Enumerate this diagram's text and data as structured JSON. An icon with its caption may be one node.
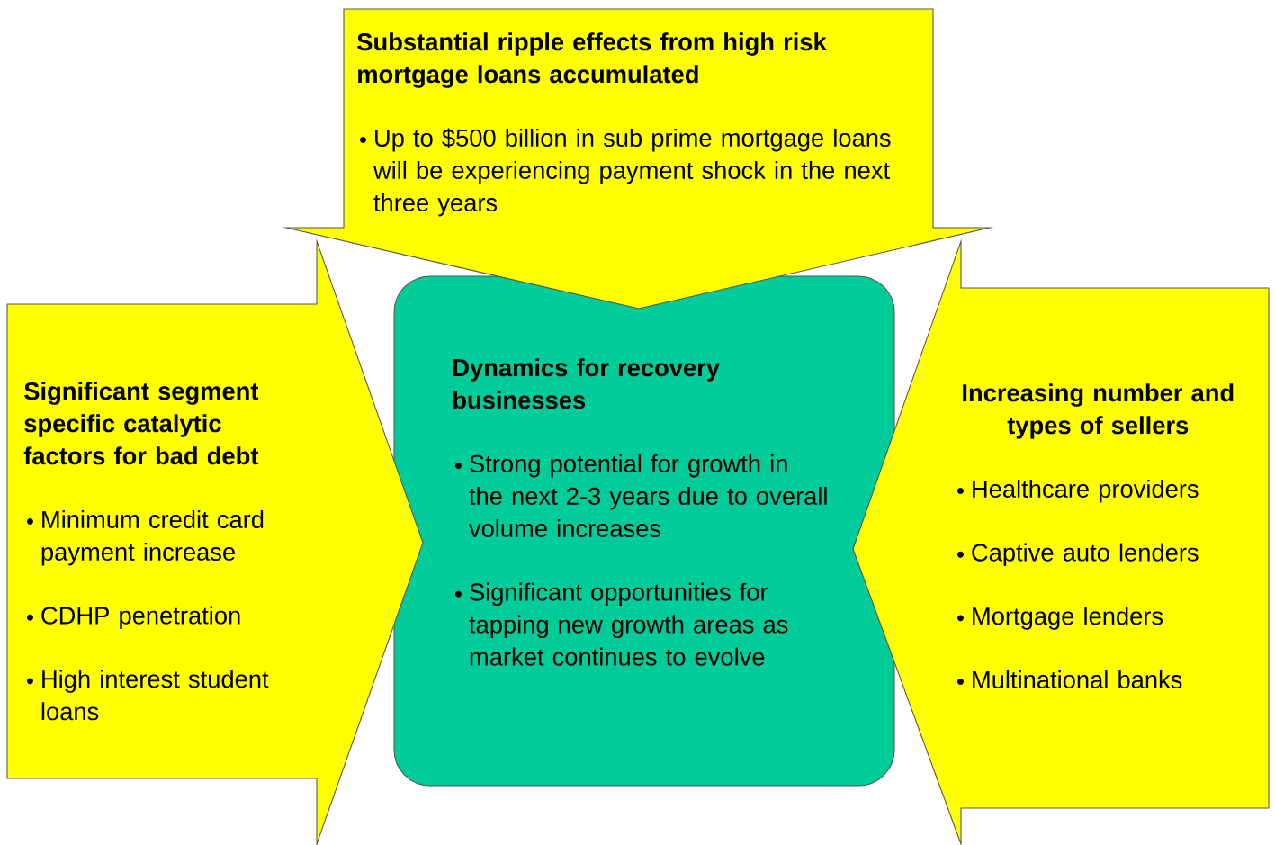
{
  "diagram": {
    "nodes": [
      {
        "text": [
          "Substantial ripple effects from high risk mortgage loans accumulated",
          "Up to $500 billion in sub prime mortgage loans will be experiencing payment shock in the next three years"
        ]
      },
      {
        "text": [
          "Significant segment specific catalytic factors for bad debt",
          "Minimum credit card payment increase",
          "CDHP penetration",
          "High interest student loans"
        ]
      },
      {
        "text": [
          "Dynamics for recovery businesses",
          "Strong potential for growth in the next 2-3 years due to overall volume increases",
          "Significant opportunities for tapping new growth areas as market continues to evolve"
        ]
      },
      {
        "text": [
          "Increasing number and types of sellers",
          "Healthcare providers",
          "Captive auto lenders",
          "Mortgage lenders",
          "Multinational banks"
        ]
      }
    ]
  }
}
